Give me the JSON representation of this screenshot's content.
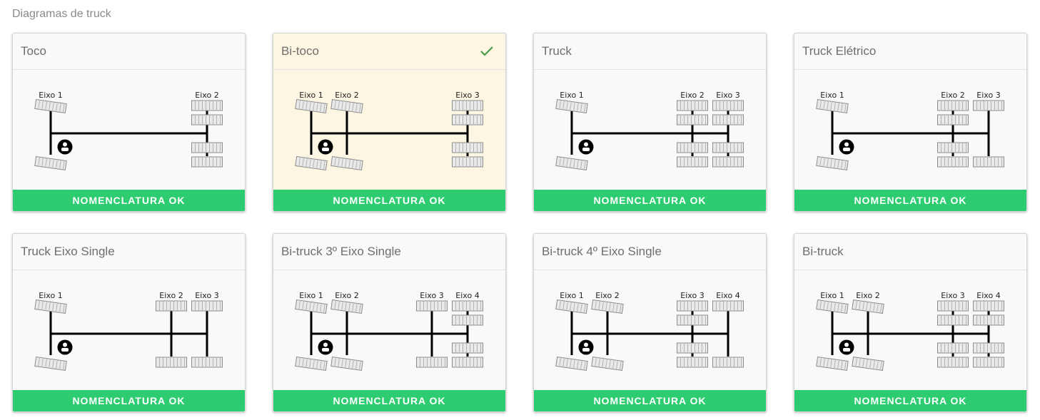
{
  "page": {
    "heading": "Diagramas de truck"
  },
  "colors": {
    "accent_green": "#2ecc71",
    "selected_bg": "#fdf6e3",
    "check_green": "#4a9a4a"
  },
  "cards": [
    {
      "title": "Toco",
      "status": "NOMENCLATURA OK",
      "selected": false,
      "axles": [
        {
          "label": "Eixo 1",
          "type": "steer"
        },
        {
          "label": "Eixo 2",
          "type": "dual"
        }
      ]
    },
    {
      "title": "Bi-toco",
      "status": "NOMENCLATURA OK",
      "selected": true,
      "axles": [
        {
          "label": "Eixo 1",
          "type": "steer"
        },
        {
          "label": "Eixo 2",
          "type": "steer"
        },
        {
          "label": "Eixo 3",
          "type": "dual"
        }
      ]
    },
    {
      "title": "Truck",
      "status": "NOMENCLATURA OK",
      "selected": false,
      "axles": [
        {
          "label": "Eixo 1",
          "type": "steer"
        },
        {
          "label": "Eixo 2",
          "type": "dual"
        },
        {
          "label": "Eixo 3",
          "type": "dual"
        }
      ]
    },
    {
      "title": "Truck Elétrico",
      "status": "NOMENCLATURA OK",
      "selected": false,
      "axles": [
        {
          "label": "Eixo 1",
          "type": "steer"
        },
        {
          "label": "Eixo 2",
          "type": "dual"
        },
        {
          "label": "Eixo 3",
          "type": "single"
        }
      ]
    },
    {
      "title": "Truck Eixo Single",
      "status": "NOMENCLATURA OK",
      "selected": false,
      "axles": [
        {
          "label": "Eixo 1",
          "type": "steer"
        },
        {
          "label": "Eixo 2",
          "type": "single"
        },
        {
          "label": "Eixo 3",
          "type": "single"
        }
      ]
    },
    {
      "title": "Bi-truck 3º Eixo Single",
      "status": "NOMENCLATURA OK",
      "selected": false,
      "axles": [
        {
          "label": "Eixo 1",
          "type": "steer"
        },
        {
          "label": "Eixo 2",
          "type": "steer"
        },
        {
          "label": "Eixo 3",
          "type": "single"
        },
        {
          "label": "Eixo 4",
          "type": "dual"
        }
      ]
    },
    {
      "title": "Bi-truck 4º Eixo Single",
      "status": "NOMENCLATURA OK",
      "selected": false,
      "axles": [
        {
          "label": "Eixo 1",
          "type": "steer"
        },
        {
          "label": "Eixo 2",
          "type": "steer"
        },
        {
          "label": "Eixo 3",
          "type": "dual"
        },
        {
          "label": "Eixo 4",
          "type": "single"
        }
      ]
    },
    {
      "title": "Bi-truck",
      "status": "NOMENCLATURA OK",
      "selected": false,
      "axles": [
        {
          "label": "Eixo 1",
          "type": "steer"
        },
        {
          "label": "Eixo 2",
          "type": "steer"
        },
        {
          "label": "Eixo 3",
          "type": "dual"
        },
        {
          "label": "Eixo 4",
          "type": "dual"
        }
      ]
    }
  ]
}
